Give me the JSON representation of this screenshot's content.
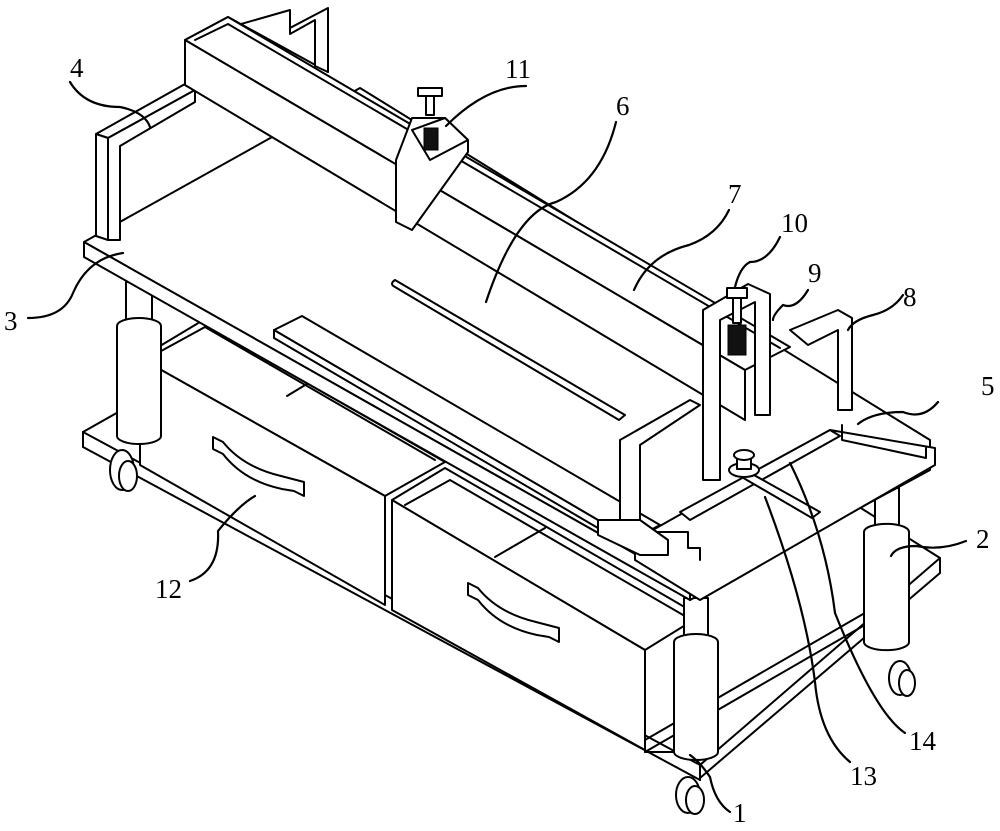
{
  "figure": {
    "type": "patent-line-drawing",
    "subject": "mobile work table with cutting guide rails, lifting legs and drawers",
    "background_color": "#ffffff",
    "line_color": "#000000"
  },
  "labels": [
    {
      "id": "1",
      "text": "1",
      "part": "base plate with casters"
    },
    {
      "id": "2",
      "text": "2",
      "part": "lifting cylinder leg"
    },
    {
      "id": "3",
      "text": "3",
      "part": "table top"
    },
    {
      "id": "4",
      "text": "4",
      "part": "left support frame"
    },
    {
      "id": "5",
      "text": "5",
      "part": "slide rail plate"
    },
    {
      "id": "6",
      "text": "6",
      "part": "guide slot"
    },
    {
      "id": "7",
      "text": "7",
      "part": "beam rail"
    },
    {
      "id": "8",
      "text": "8",
      "part": "right support frame"
    },
    {
      "id": "9",
      "text": "9",
      "part": "clamp frame"
    },
    {
      "id": "10",
      "text": "10",
      "part": "adjusting screw"
    },
    {
      "id": "11",
      "text": "11",
      "part": "clamping block with spring"
    },
    {
      "id": "12",
      "text": "12",
      "part": "drawer"
    },
    {
      "id": "13",
      "text": "13",
      "part": "sliding arm"
    },
    {
      "id": "14",
      "text": "14",
      "part": "locking knob"
    }
  ]
}
